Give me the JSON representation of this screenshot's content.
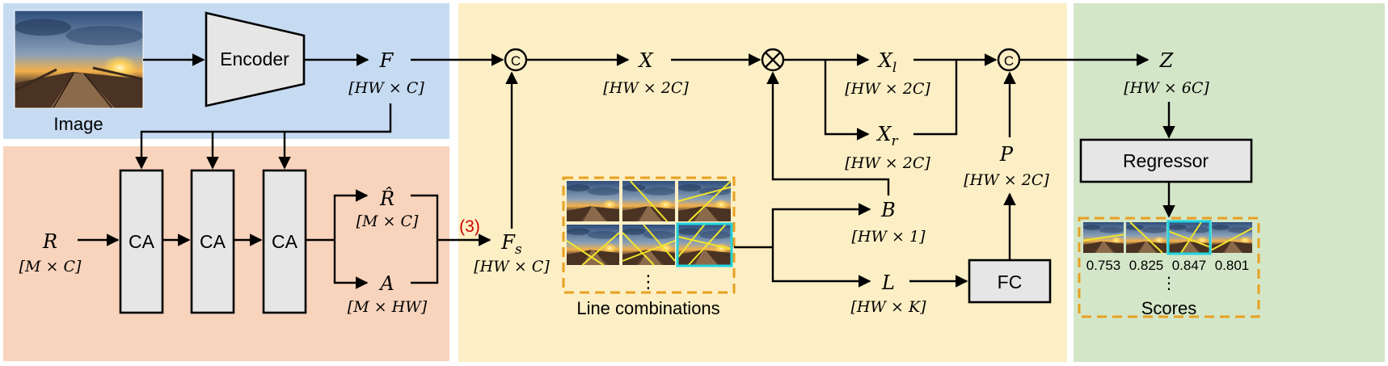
{
  "colors": {
    "image_panel": "#c6dbf2",
    "attention_panel": "#f8d4bd",
    "combination_panel": "#fdefc5",
    "scoring_panel": "#d3e6c8",
    "module_fill": "#e6e6e6",
    "dashed_border": "#e8a020",
    "highlight": "#22d3e0",
    "equation_ref": "#cc0000"
  },
  "labels": {
    "image": "Image",
    "encoder": "Encoder",
    "ca": "CA",
    "line_combinations": "Line combinations",
    "regressor": "Regressor",
    "fc": "FC",
    "scores": "Scores",
    "equation_ref": "(3)",
    "concat_symbol": "C",
    "vertical_ellipsis": "⋮"
  },
  "variables": {
    "F": {
      "sym": "F",
      "sub": "",
      "dim": "[HW × C]"
    },
    "R": {
      "sym": "R",
      "sub": "",
      "dim": "[M × C]"
    },
    "R_hat": {
      "sym": "R̂",
      "sub": "",
      "dim": "[M × C]"
    },
    "A": {
      "sym": "A",
      "sub": "",
      "dim": "[M × HW]"
    },
    "Fs": {
      "sym": "F",
      "sub": "s",
      "dim": "[HW × C]"
    },
    "X": {
      "sym": "X",
      "sub": "",
      "dim": "[HW × 2C]"
    },
    "Xl": {
      "sym": "X",
      "sub": "l",
      "dim": "[HW × 2C]"
    },
    "Xr": {
      "sym": "X",
      "sub": "r",
      "dim": "[HW × 2C]"
    },
    "B": {
      "sym": "B",
      "sub": "",
      "dim": "[HW × 1]"
    },
    "L": {
      "sym": "L",
      "sub": "",
      "dim": "[HW × K]"
    },
    "P": {
      "sym": "P",
      "sub": "",
      "dim": "[HW × 2C]"
    },
    "Z": {
      "sym": "Z",
      "sub": "",
      "dim": "[HW × 6C]"
    }
  },
  "scores": [
    "0.753",
    "0.825",
    "0.847",
    "0.801"
  ]
}
